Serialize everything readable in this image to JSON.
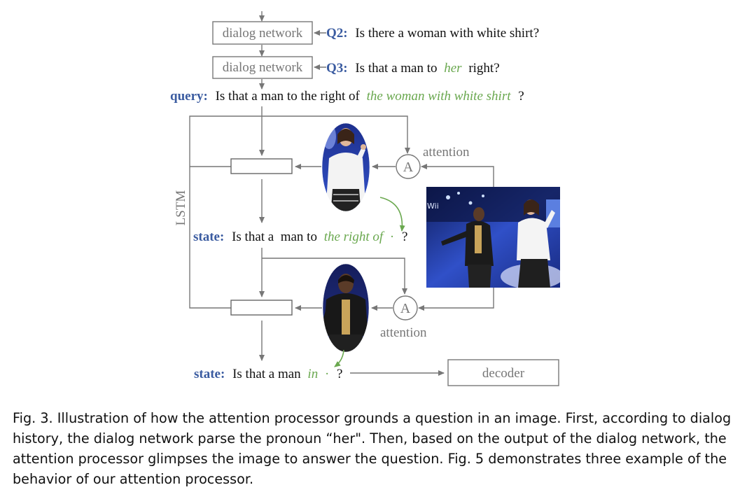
{
  "diagram": {
    "dialog_box_1": "dialog network",
    "dialog_box_2": "dialog network",
    "q2": {
      "label": "Q2:",
      "text": "Is there a woman with white shirt?"
    },
    "q3": {
      "label": "Q3:",
      "text_before": "Is that a man to",
      "highlight": "her",
      "text_after": "right?"
    },
    "query": {
      "label": "query:",
      "text": "Is that a man to the right of",
      "highlight": "the woman with white shirt",
      "text_after": "?"
    },
    "attention_1": "attention",
    "attention_2": "attention",
    "attention_node_1": "A",
    "attention_node_2": "A",
    "lstm_label": "LSTM",
    "state_1": {
      "label": "state:",
      "text": "Is that a  man to",
      "highlight": "the right of",
      "placeholder": "·",
      "text_after": "?"
    },
    "state_2": {
      "label": "state:",
      "text": "Is that a man",
      "highlight": "in",
      "placeholder": "·",
      "text_after": "?"
    },
    "decoder": "decoder",
    "colors": {
      "accent_blue": "#3a5ba0",
      "highlight_green": "#6aa84f",
      "box_gray": "#777777",
      "text_gray": "#777777"
    },
    "images": {
      "scene": "scene-photo-two-people",
      "crop_woman": "attention-crop-woman",
      "crop_man": "attention-crop-man"
    }
  },
  "caption": {
    "line1": "Fig. 3.  Illustration of how the attention processor grounds a question in an image. First, according to dialog",
    "line2": "history, the dialog network parse the pronoun “her\". Then, based on the output of the dialog network, the",
    "line3": "attention processor glimpses the image to answer the question. Fig. 5 demonstrates three example of the",
    "line4": "behavior of our attention processor."
  }
}
